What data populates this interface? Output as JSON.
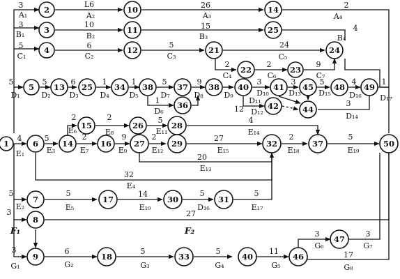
{
  "nodes": [
    {
      "id": "n2a",
      "label": "2"
    },
    {
      "id": "n10",
      "label": "10"
    },
    {
      "id": "n14",
      "label": "14"
    },
    {
      "id": "n3",
      "label": "3"
    },
    {
      "id": "n11",
      "label": "11"
    },
    {
      "id": "n25",
      "label": "25"
    },
    {
      "id": "n4",
      "label": "4"
    },
    {
      "id": "n12",
      "label": "12"
    },
    {
      "id": "n21",
      "label": "21"
    },
    {
      "id": "n24",
      "label": "24"
    },
    {
      "id": "n22",
      "label": "22"
    },
    {
      "id": "n23",
      "label": "23"
    },
    {
      "id": "n5",
      "label": "5"
    },
    {
      "id": "n13",
      "label": "13"
    },
    {
      "id": "n25b",
      "label": "25"
    },
    {
      "id": "n34",
      "label": "34"
    },
    {
      "id": "n38",
      "label": "38"
    },
    {
      "id": "n37",
      "label": "37"
    },
    {
      "id": "n38b",
      "label": "38"
    },
    {
      "id": "n40",
      "label": "40"
    },
    {
      "id": "n41",
      "label": "41"
    },
    {
      "id": "n45",
      "label": "45"
    },
    {
      "id": "n48",
      "label": "48"
    },
    {
      "id": "n49",
      "label": "49"
    },
    {
      "id": "n36",
      "label": "36"
    },
    {
      "id": "n42",
      "label": "42"
    },
    {
      "id": "n44",
      "label": "44"
    },
    {
      "id": "n1",
      "label": "1"
    },
    {
      "id": "n6",
      "label": "6"
    },
    {
      "id": "n15",
      "label": "15"
    },
    {
      "id": "n26",
      "label": "26"
    },
    {
      "id": "n28",
      "label": "28"
    },
    {
      "id": "n14b",
      "label": "14"
    },
    {
      "id": "n16",
      "label": "16"
    },
    {
      "id": "n27",
      "label": "27"
    },
    {
      "id": "n29",
      "label": "29"
    },
    {
      "id": "n32",
      "label": "32"
    },
    {
      "id": "n37b",
      "label": "37"
    },
    {
      "id": "n50",
      "label": "50"
    },
    {
      "id": "n7",
      "label": "7"
    },
    {
      "id": "n17",
      "label": "17"
    },
    {
      "id": "n30",
      "label": "30"
    },
    {
      "id": "n31",
      "label": "31"
    },
    {
      "id": "n8",
      "label": "8"
    },
    {
      "id": "n9",
      "label": "9"
    },
    {
      "id": "n18",
      "label": "18"
    },
    {
      "id": "n33",
      "label": "33"
    },
    {
      "id": "n40b",
      "label": "40"
    },
    {
      "id": "n46",
      "label": "46"
    },
    {
      "id": "n47",
      "label": "47"
    }
  ],
  "labels": [
    {
      "id": "a1_num",
      "text": "3"
    },
    {
      "id": "a1",
      "text": "A₁"
    },
    {
      "id": "a2_num",
      "text": "L6"
    },
    {
      "id": "a2",
      "text": "A₂"
    },
    {
      "id": "a3_num",
      "text": "26"
    },
    {
      "id": "a3",
      "text": "A₃"
    },
    {
      "id": "a4_num",
      "text": "2"
    },
    {
      "id": "a4",
      "text": "A₄"
    },
    {
      "id": "b1_num",
      "text": "3"
    },
    {
      "id": "b1",
      "text": "B₁"
    },
    {
      "id": "b2_num",
      "text": "10"
    },
    {
      "id": "b2",
      "text": "B₂"
    },
    {
      "id": "b3_num",
      "text": "15"
    },
    {
      "id": "b3",
      "text": "B₃"
    },
    {
      "id": "b4",
      "text": "B₄"
    },
    {
      "id": "b4_num",
      "text": "4"
    },
    {
      "id": "c1_num",
      "text": "5"
    },
    {
      "id": "c1",
      "text": "C₁"
    },
    {
      "id": "c2_num",
      "text": "6"
    },
    {
      "id": "c2",
      "text": "C₂"
    },
    {
      "id": "c3_num",
      "text": "5"
    },
    {
      "id": "c3",
      "text": "C₃"
    },
    {
      "id": "c5_num",
      "text": "24"
    },
    {
      "id": "c5",
      "text": "C₅"
    },
    {
      "id": "c4_num",
      "text": "2"
    },
    {
      "id": "c4",
      "text": "C₄"
    },
    {
      "id": "c6_num",
      "text": "2"
    },
    {
      "id": "c6",
      "text": "C₆"
    },
    {
      "id": "c7_num",
      "text": "9"
    },
    {
      "id": "c7",
      "text": "C₇"
    },
    {
      "id": "d1_num",
      "text": "5"
    },
    {
      "id": "d1",
      "text": "D₁"
    },
    {
      "id": "d2_num",
      "text": "5"
    },
    {
      "id": "d2",
      "text": "D₂"
    },
    {
      "id": "d3_num",
      "text": "6"
    },
    {
      "id": "d3",
      "text": "D₃"
    },
    {
      "id": "d4_num",
      "text": "1"
    },
    {
      "id": "d4",
      "text": "D₄"
    },
    {
      "id": "d5_num",
      "text": "1"
    },
    {
      "id": "d5",
      "text": "D₅"
    },
    {
      "id": "d7_num",
      "text": "5"
    },
    {
      "id": "d7",
      "text": "D₇"
    },
    {
      "id": "d8_num",
      "text": "9"
    },
    {
      "id": "d8",
      "text": "D₈"
    },
    {
      "id": "d9",
      "text": "D₉"
    },
    {
      "id": "d10_num",
      "text": "3"
    },
    {
      "id": "d10",
      "text": "D₁₀"
    },
    {
      "id": "d13_num",
      "text": "3"
    },
    {
      "id": "d13",
      "text": "D₁₃"
    },
    {
      "id": "d15_num",
      "text": "5"
    },
    {
      "id": "d15",
      "text": "D₁₅"
    },
    {
      "id": "d16_num",
      "text": "4"
    },
    {
      "id": "d16",
      "text": "D₁₆"
    },
    {
      "id": "d17_num",
      "text": "1"
    },
    {
      "id": "d17",
      "text": "D₁₇"
    },
    {
      "id": "d6_num",
      "text": "1"
    },
    {
      "id": "d6",
      "text": "D₆"
    },
    {
      "id": "d11",
      "text": "D₁₁"
    },
    {
      "id": "d12_num",
      "text": "12"
    },
    {
      "id": "d12",
      "text": "D₁₂"
    },
    {
      "id": "d14_num",
      "text": "3"
    },
    {
      "id": "d14",
      "text": "D₁₄"
    },
    {
      "id": "e1_num",
      "text": "4"
    },
    {
      "id": "e1",
      "text": "E₁"
    },
    {
      "id": "e3_num",
      "text": "5"
    },
    {
      "id": "e3",
      "text": "E₃"
    },
    {
      "id": "e6_num",
      "text": "2"
    },
    {
      "id": "e6",
      "text": "E₆"
    },
    {
      "id": "e8_num",
      "text": "2"
    },
    {
      "id": "e8",
      "text": "E₈"
    },
    {
      "id": "e11_num",
      "text": "5"
    },
    {
      "id": "e11",
      "text": "E₁₁"
    },
    {
      "id": "e7_num",
      "text": "2"
    },
    {
      "id": "e7",
      "text": "E₇"
    },
    {
      "id": "e9_num",
      "text": "9"
    },
    {
      "id": "e9",
      "text": "E₉"
    },
    {
      "id": "e12_num",
      "text": "2"
    },
    {
      "id": "e12",
      "text": "E₁₂"
    },
    {
      "id": "e14_num",
      "text": "4"
    },
    {
      "id": "e14",
      "text": "E₁₄"
    },
    {
      "id": "e15_num",
      "text": "27"
    },
    {
      "id": "e15",
      "text": "E₁₅"
    },
    {
      "id": "e18_num",
      "text": "2"
    },
    {
      "id": "e18",
      "text": "E₁₈"
    },
    {
      "id": "e19_num",
      "text": "5"
    },
    {
      "id": "e19",
      "text": "E₁₉"
    },
    {
      "id": "e13_num",
      "text": "20"
    },
    {
      "id": "e13",
      "text": "E₁₃"
    },
    {
      "id": "e4_num",
      "text": "32"
    },
    {
      "id": "e4",
      "text": "E₄"
    },
    {
      "id": "e2_num",
      "text": "5"
    },
    {
      "id": "e2",
      "text": "E₂"
    },
    {
      "id": "e5_num",
      "text": "5"
    },
    {
      "id": "e5",
      "text": "E₅"
    },
    {
      "id": "e19b_num",
      "text": "14"
    },
    {
      "id": "e19b",
      "text": "E₁₉"
    },
    {
      "id": "d16b_num",
      "text": "5"
    },
    {
      "id": "d16b",
      "text": "D₁₆"
    },
    {
      "id": "e17_num",
      "text": "5"
    },
    {
      "id": "e17",
      "text": "E₁₇"
    },
    {
      "id": "f1_num",
      "text": "3"
    },
    {
      "id": "f1",
      "text": "F₁"
    },
    {
      "id": "f2_num",
      "text": "27"
    },
    {
      "id": "f2",
      "text": "F₂"
    },
    {
      "id": "g1_num",
      "text": "3"
    },
    {
      "id": "g1",
      "text": "G₁"
    },
    {
      "id": "g2_num",
      "text": "6"
    },
    {
      "id": "g2",
      "text": "G₂"
    },
    {
      "id": "g3_num",
      "text": "5"
    },
    {
      "id": "g3",
      "text": "G₃"
    },
    {
      "id": "g4_num",
      "text": "5"
    },
    {
      "id": "g4",
      "text": "G₄"
    },
    {
      "id": "g5_num",
      "text": "11"
    },
    {
      "id": "g5",
      "text": "G₅"
    },
    {
      "id": "g6_num",
      "text": "3"
    },
    {
      "id": "g6",
      "text": "G₆"
    },
    {
      "id": "g7_num",
      "text": "3"
    },
    {
      "id": "g7",
      "text": "G₇"
    },
    {
      "id": "g8_num",
      "text": "17"
    },
    {
      "id": "g8",
      "text": "G₈"
    }
  ]
}
